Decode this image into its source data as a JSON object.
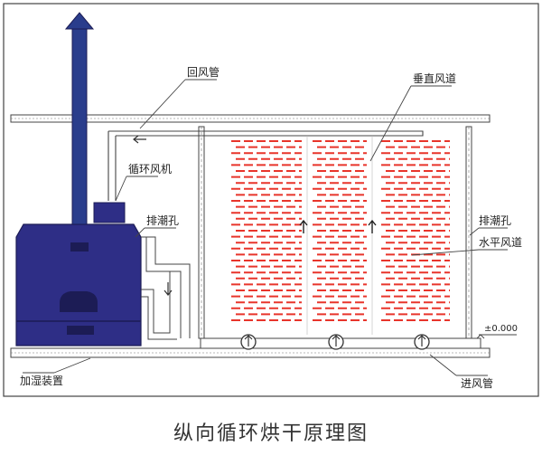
{
  "labels": {
    "return_duct": "回风管",
    "vertical_duct": "垂直风道",
    "circulation_fan": "循环风机",
    "exhaust_hole_left": "排潮孔",
    "exhaust_hole_right": "排潮孔",
    "horizontal_duct": "水平风道",
    "elevation": "±0.000",
    "humidifier": "加湿装置",
    "inlet_duct": "进风管"
  },
  "caption": "纵向循环烘干原理图",
  "colors": {
    "heater": "#2e2e86",
    "heater_dark": "#1c1c55",
    "chimney": "#2a3d8c",
    "tobacco": "#e8352b",
    "line": "#333333"
  }
}
